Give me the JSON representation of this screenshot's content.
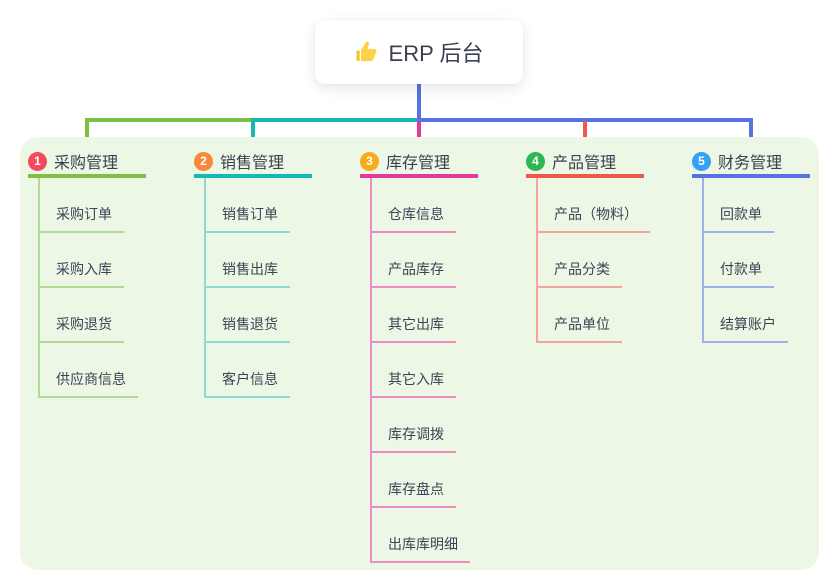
{
  "root": {
    "label": "ERP 后台",
    "icon": "thumbs-up",
    "stem_color": "#5571e2"
  },
  "theme": {
    "canvas_bg": "#ffffff",
    "panel_bg": "#edf7e6",
    "text_color": "#3d4354",
    "node_bg": "#ffffff"
  },
  "branches": [
    {
      "number": "1",
      "label": "采购管理",
      "colors": {
        "line": "#7cc142",
        "child_line": "#b3d999",
        "badge": "#f5495c"
      },
      "children": [
        "采购订单",
        "采购入库",
        "采购退货",
        "供应商信息"
      ]
    },
    {
      "number": "2",
      "label": "销售管理",
      "colors": {
        "line": "#16b8b3",
        "child_line": "#8ed9d4",
        "badge": "#f58a3c"
      },
      "children": [
        "销售订单",
        "销售出库",
        "销售退货",
        "客户信息"
      ]
    },
    {
      "number": "3",
      "label": "库存管理",
      "colors": {
        "line": "#e13a98",
        "child_line": "#f08ac3",
        "badge": "#f6ab1d"
      },
      "children": [
        "仓库信息",
        "产品库存",
        "其它出库",
        "其它入库",
        "库存调拨",
        "库存盘点",
        "出库库明细"
      ]
    },
    {
      "number": "4",
      "label": "产品管理",
      "colors": {
        "line": "#f2574c",
        "child_line": "#f6a59e",
        "badge": "#2eb754"
      },
      "children": [
        "产品（物料）",
        "产品分类",
        "产品单位"
      ]
    },
    {
      "number": "5",
      "label": "财务管理",
      "colors": {
        "line": "#5571e2",
        "child_line": "#9fb0ee",
        "badge": "#36a0f5"
      },
      "children": [
        "回款单",
        "付款单",
        "结算账户"
      ]
    }
  ]
}
